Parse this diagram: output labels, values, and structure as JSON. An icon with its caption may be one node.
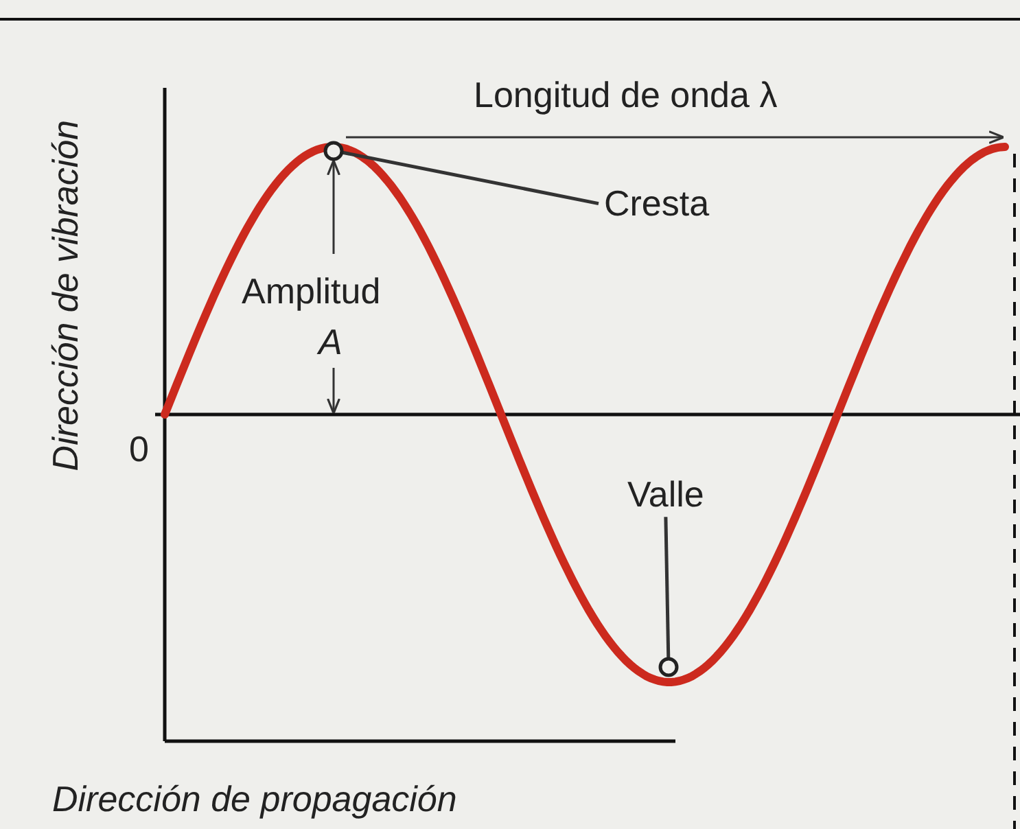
{
  "diagram": {
    "nodes": [
      {
        "text": [
          "Cresta"
        ]
      },
      {
        "text": [],
        "shape": "circle"
      },
      {
        "text": [
          "Valle"
        ]
      },
      {
        "text": [],
        "shape": "circle"
      }
    ],
    "edges": [
      {
        "from": 0,
        "to": 1,
        "arrow": "none"
      },
      {
        "from": 2,
        "to": 3,
        "arrow": "none"
      }
    ],
    "labels": [
      "Longitud de onda λ",
      "Dirección de vibración",
      "Amplitud",
      "A",
      "0",
      "Dirección de propagación"
    ]
  }
}
